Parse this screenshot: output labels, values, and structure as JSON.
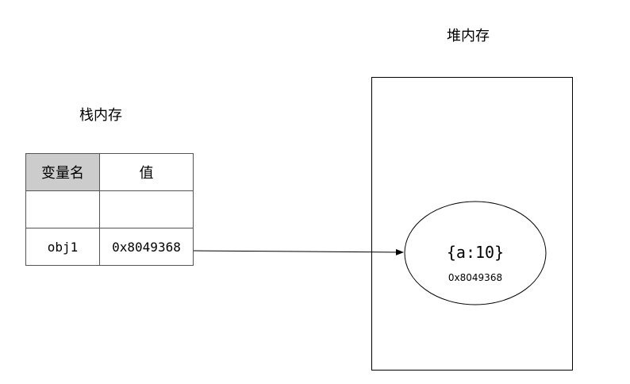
{
  "stack": {
    "title": "栈内存",
    "headers": {
      "name": "变量名",
      "value": "值"
    },
    "rows": [
      {
        "name": "",
        "value": ""
      },
      {
        "name": "obj1",
        "value": "0x8049368"
      }
    ]
  },
  "heap": {
    "title": "堆内存",
    "object": {
      "literal": "{a:10}",
      "address": "0x8049368"
    }
  },
  "colors": {
    "header_fill": "#cccccc",
    "line": "#000000"
  }
}
